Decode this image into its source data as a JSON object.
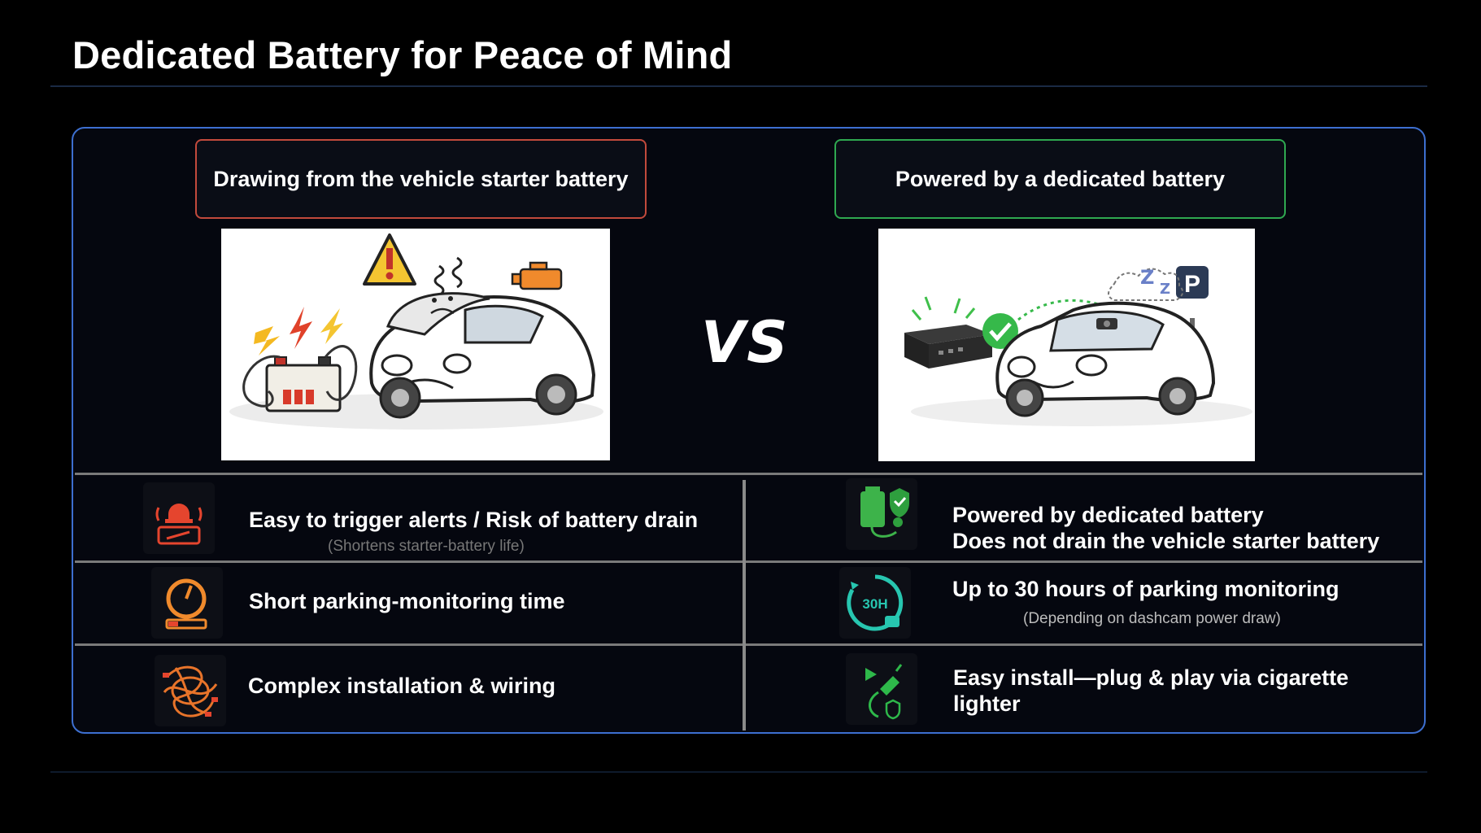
{
  "title": "Dedicated Battery for Peace of Mind",
  "comparison": {
    "left_label": "Drawing from the vehicle starter battery",
    "right_label": "Powered by a dedicated battery",
    "vs_text": "VS"
  },
  "left_features": [
    {
      "icon": "alarm-battery-icon",
      "text": "Easy to trigger alerts / Risk of battery drain",
      "subtext": "(Shortens starter-battery life)"
    },
    {
      "icon": "low-battery-gauge-icon",
      "text": "Short parking-monitoring time",
      "subtext": ""
    },
    {
      "icon": "tangled-wires-icon",
      "text": "Complex installation & wiring",
      "subtext": ""
    }
  ],
  "right_features": [
    {
      "icon": "shield-battery-icon",
      "text": "Powered by dedicated battery",
      "text2": "Does not drain the vehicle starter battery",
      "subtext": ""
    },
    {
      "icon": "30h-timer-icon",
      "icon_text": "30H",
      "text": "Up to 30 hours of parking monitoring",
      "subtext": "(Depending on dashcam power draw)"
    },
    {
      "icon": "cigarette-plug-icon",
      "text": "Easy install—plug & play via cigarette",
      "text2": "lighter",
      "subtext": ""
    }
  ],
  "illustrations": {
    "left": "stressed-car-battery-illustration",
    "right": "happy-parked-car-illustration",
    "parking_sign": "P"
  },
  "colors": {
    "left_accent": "#c24a3c",
    "right_accent": "#2fa850",
    "panel_border": "#3d6fd0"
  }
}
